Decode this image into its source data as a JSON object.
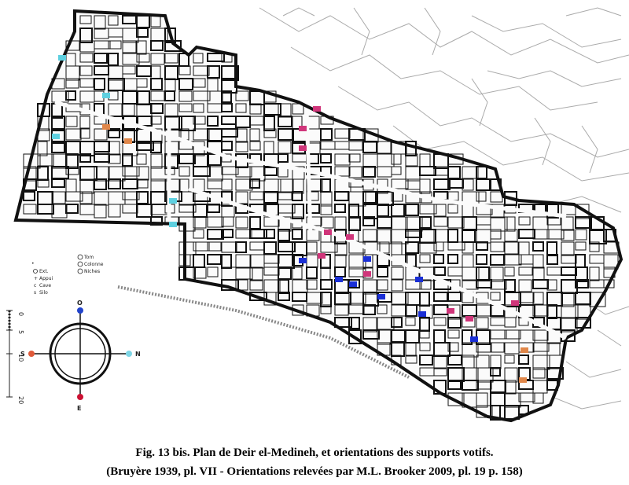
{
  "caption": {
    "line1": "Fig. 13 bis. Plan de Deir el-Medineh, et orientations des supports votifs.",
    "line2": "(Bruyère 1939, pl. VII - Orientations relevées par M.L. Brooker 2009, pl. 19 p. 158)"
  },
  "compass": {
    "north": "N",
    "south": "S",
    "east": "E",
    "west": "O",
    "colors": {
      "north": "#7fd6e6",
      "south": "#e05a3a",
      "east": "#cc1133",
      "west": "#2244cc"
    }
  },
  "scale": {
    "ticks": [
      "0",
      "5",
      "10",
      "20"
    ]
  },
  "legend": {
    "items": [
      "Tom",
      "Colonne",
      "Niches",
      "Ext.",
      "Appui",
      "Cave",
      "Silo"
    ]
  },
  "marker_colors": {
    "blue": "#1a2fd6",
    "magenta": "#d0357a",
    "cyan": "#5ed0e0",
    "orange": "#e0874a"
  }
}
